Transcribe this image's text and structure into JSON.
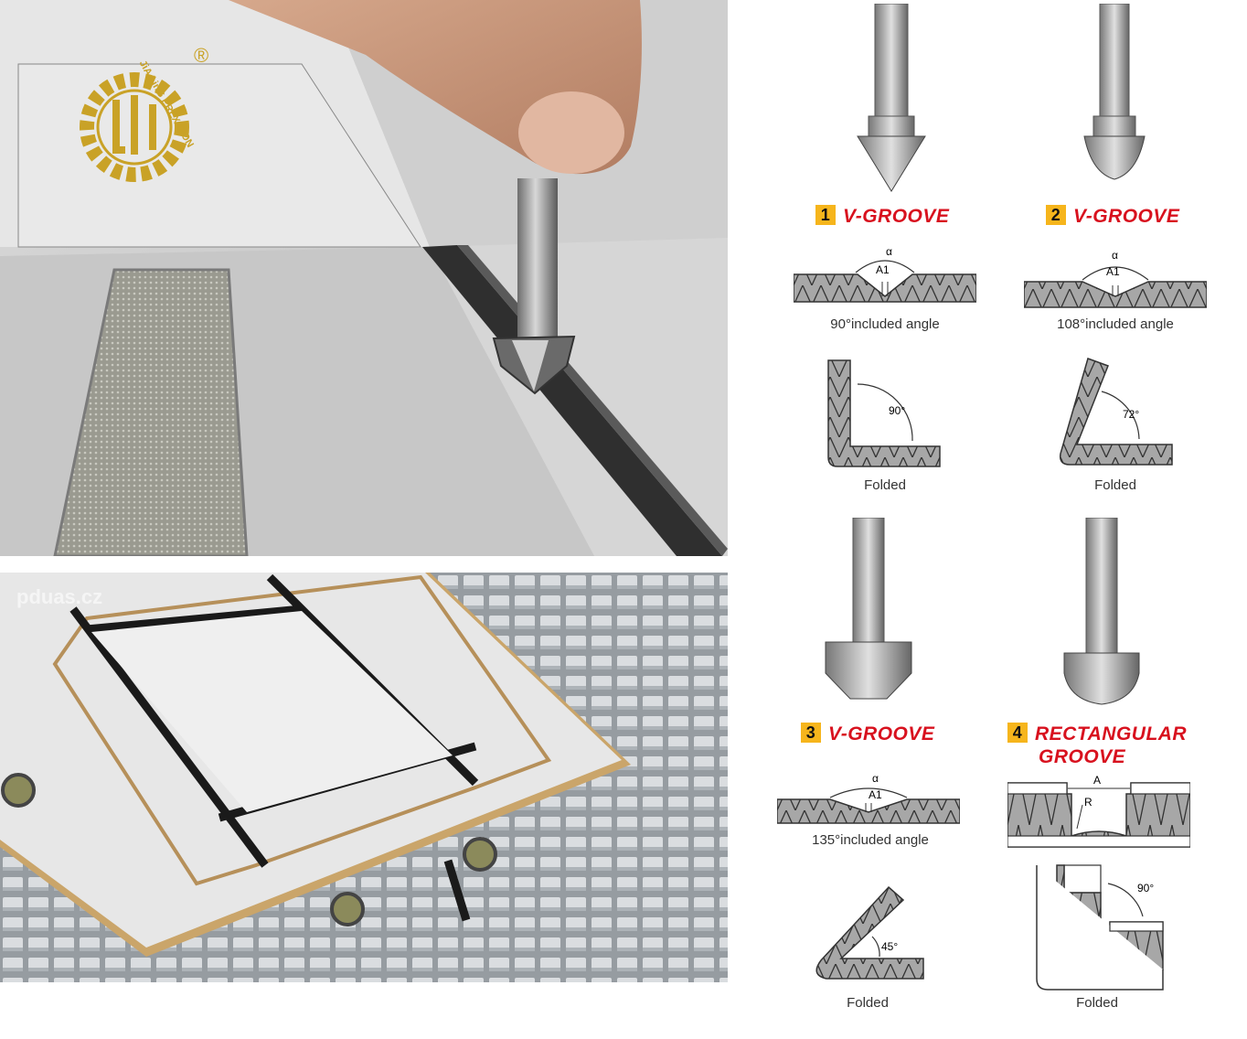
{
  "logo": {
    "registered": "®",
    "ring_text": "JiA LinG PREXISION",
    "colors": {
      "gold": "#c9a227"
    }
  },
  "watermark": "pduas.cz",
  "bits": [
    {
      "number": "1",
      "label": "V-GROOVE",
      "angle_caption": "90°included angle",
      "fold_caption": "Folded",
      "fold_angle": "90°",
      "alpha": "α",
      "a1": "A1"
    },
    {
      "number": "2",
      "label": "V-GROOVE",
      "angle_caption": "108°included angle",
      "fold_caption": "Folded",
      "fold_angle": "72°",
      "alpha": "α",
      "a1": "A1"
    },
    {
      "number": "3",
      "label": "V-GROOVE",
      "angle_caption": "135°included angle",
      "fold_caption": "Folded",
      "fold_angle": "45°",
      "alpha": "α",
      "a1": "A1"
    },
    {
      "number": "4",
      "label_line1": "RECTANGULAR",
      "label_line2": "GROOVE",
      "fold_caption": "Folded",
      "fold_angle": "90°",
      "dim_a": "A",
      "dim_r": "R"
    }
  ],
  "colors": {
    "title_red": "#d8111e",
    "badge_yellow": "#f6b51c",
    "panel_gray": "#a7a7a7"
  }
}
